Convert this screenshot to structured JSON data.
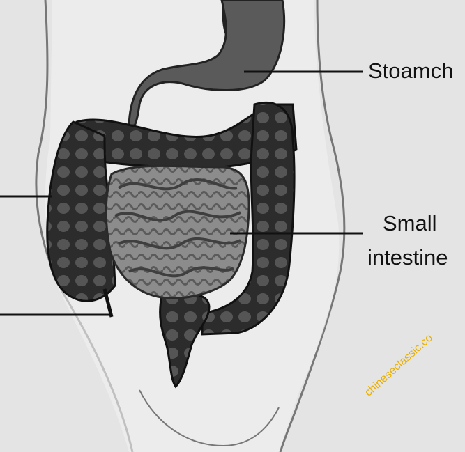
{
  "labels": {
    "stomach": "Stoamch",
    "small_intestine_line1": "Small",
    "small_intestine_line2": "intestine"
  },
  "watermark": "chinesecla​ssic.co",
  "colors": {
    "background": "#e4e4e4",
    "body_fill": "#f1f1f1",
    "colon_fill": "#2f2f2f",
    "small_intestine_fill": "#8c8c8c",
    "stomach_fill": "#5a5a5a",
    "line_color": "#111111",
    "watermark_color": "#e8b000"
  }
}
